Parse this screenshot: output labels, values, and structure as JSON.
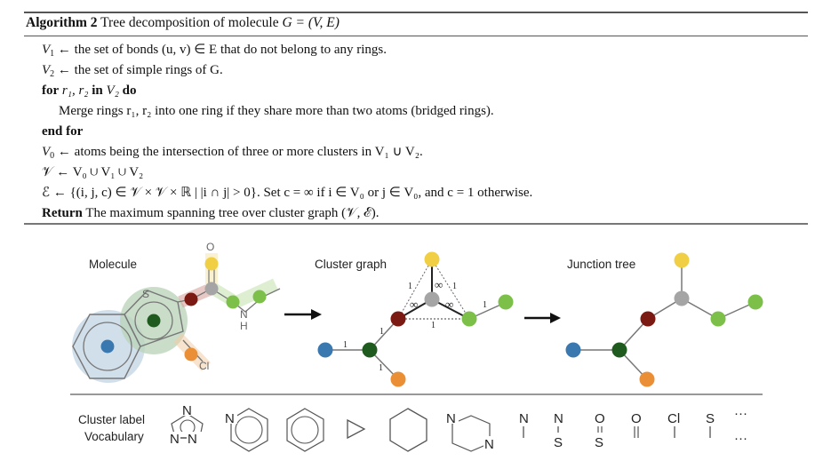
{
  "algorithm": {
    "label": "Algorithm 2",
    "title_text": "Tree decomposition of molecule",
    "title_math": "G = (V, E)",
    "lines": [
      {
        "id": "v1",
        "lhs": "V",
        "sub": "1",
        "text": "← the set of bonds (u, v) ∈ E that do not belong to any rings."
      },
      {
        "id": "v2",
        "lhs": "V",
        "sub": "2",
        "text": "← the set of simple rings of G."
      },
      {
        "id": "for",
        "keyword_for": "for",
        "vars": "r₁, r₂",
        "keyword_in": "in",
        "set": "V₂",
        "keyword_do": "do"
      },
      {
        "id": "merge",
        "text": "Merge rings r₁, r₂ into one ring if they share more than two atoms (bridged rings)."
      },
      {
        "id": "endfor",
        "keyword": "end for"
      },
      {
        "id": "v0",
        "lhs": "V",
        "sub": "0",
        "text": "← atoms being the intersection of three or more clusters in V₁ ∪ V₂."
      },
      {
        "id": "vcal",
        "text": "𝒱 ← V₀ ∪ V₁ ∪ V₂"
      },
      {
        "id": "ecal",
        "text": "ℰ ← {(i, j, c) ∈ 𝒱 × 𝒱 × ℝ | |i ∩ j| > 0}. Set c = ∞ if i ∈ V₀ or j ∈ V₀, and c = 1 otherwise."
      },
      {
        "id": "return",
        "keyword": "Return",
        "text": "The maximum spanning tree over cluster graph (𝒱, ℰ)."
      }
    ]
  },
  "figure": {
    "panels": {
      "molecule": "Molecule",
      "cluster_graph": "Cluster graph",
      "junction_tree": "Junction tree"
    },
    "atom_labels": {
      "sulfur": "S",
      "oxygen": "O",
      "nitrogen": "N",
      "hydrogen": "H",
      "chlorine": "Cl"
    },
    "edge_weights": {
      "one": "1",
      "infinity": "∞"
    },
    "node_colors": {
      "benzene": "#3a78b0",
      "thiophene": "#1f5a1f",
      "bond_red": "#7b1a12",
      "carbonyl_c": "#a5a5a5",
      "oxygen": "#f0cf45",
      "amide_n": "#7cc04a",
      "methyl": "#7cc04a",
      "chlorine_bond": "#ea8f35"
    },
    "vocabulary": {
      "label_line1": "Cluster label",
      "label_line2": "Vocabulary",
      "items": [
        {
          "name": "triazole",
          "atoms": [
            "N",
            "N",
            "N"
          ]
        },
        {
          "name": "pyridine",
          "atoms": [
            "N"
          ]
        },
        {
          "name": "benzene",
          "atoms": []
        },
        {
          "name": "cyclopropane",
          "atoms": []
        },
        {
          "name": "cyclohexane",
          "atoms": []
        },
        {
          "name": "piperazine",
          "atoms": [
            "N",
            "N"
          ]
        },
        {
          "name": "n-single",
          "atoms": [
            "N"
          ]
        },
        {
          "name": "n-s-bond",
          "atoms": [
            "N",
            "S"
          ]
        },
        {
          "name": "o-s-double",
          "atoms": [
            "O",
            "S"
          ]
        },
        {
          "name": "o-double",
          "atoms": [
            "O"
          ]
        },
        {
          "name": "cl-single",
          "atoms": [
            "Cl"
          ]
        },
        {
          "name": "s-single",
          "atoms": [
            "S"
          ]
        }
      ],
      "ellipsis": "···"
    }
  }
}
